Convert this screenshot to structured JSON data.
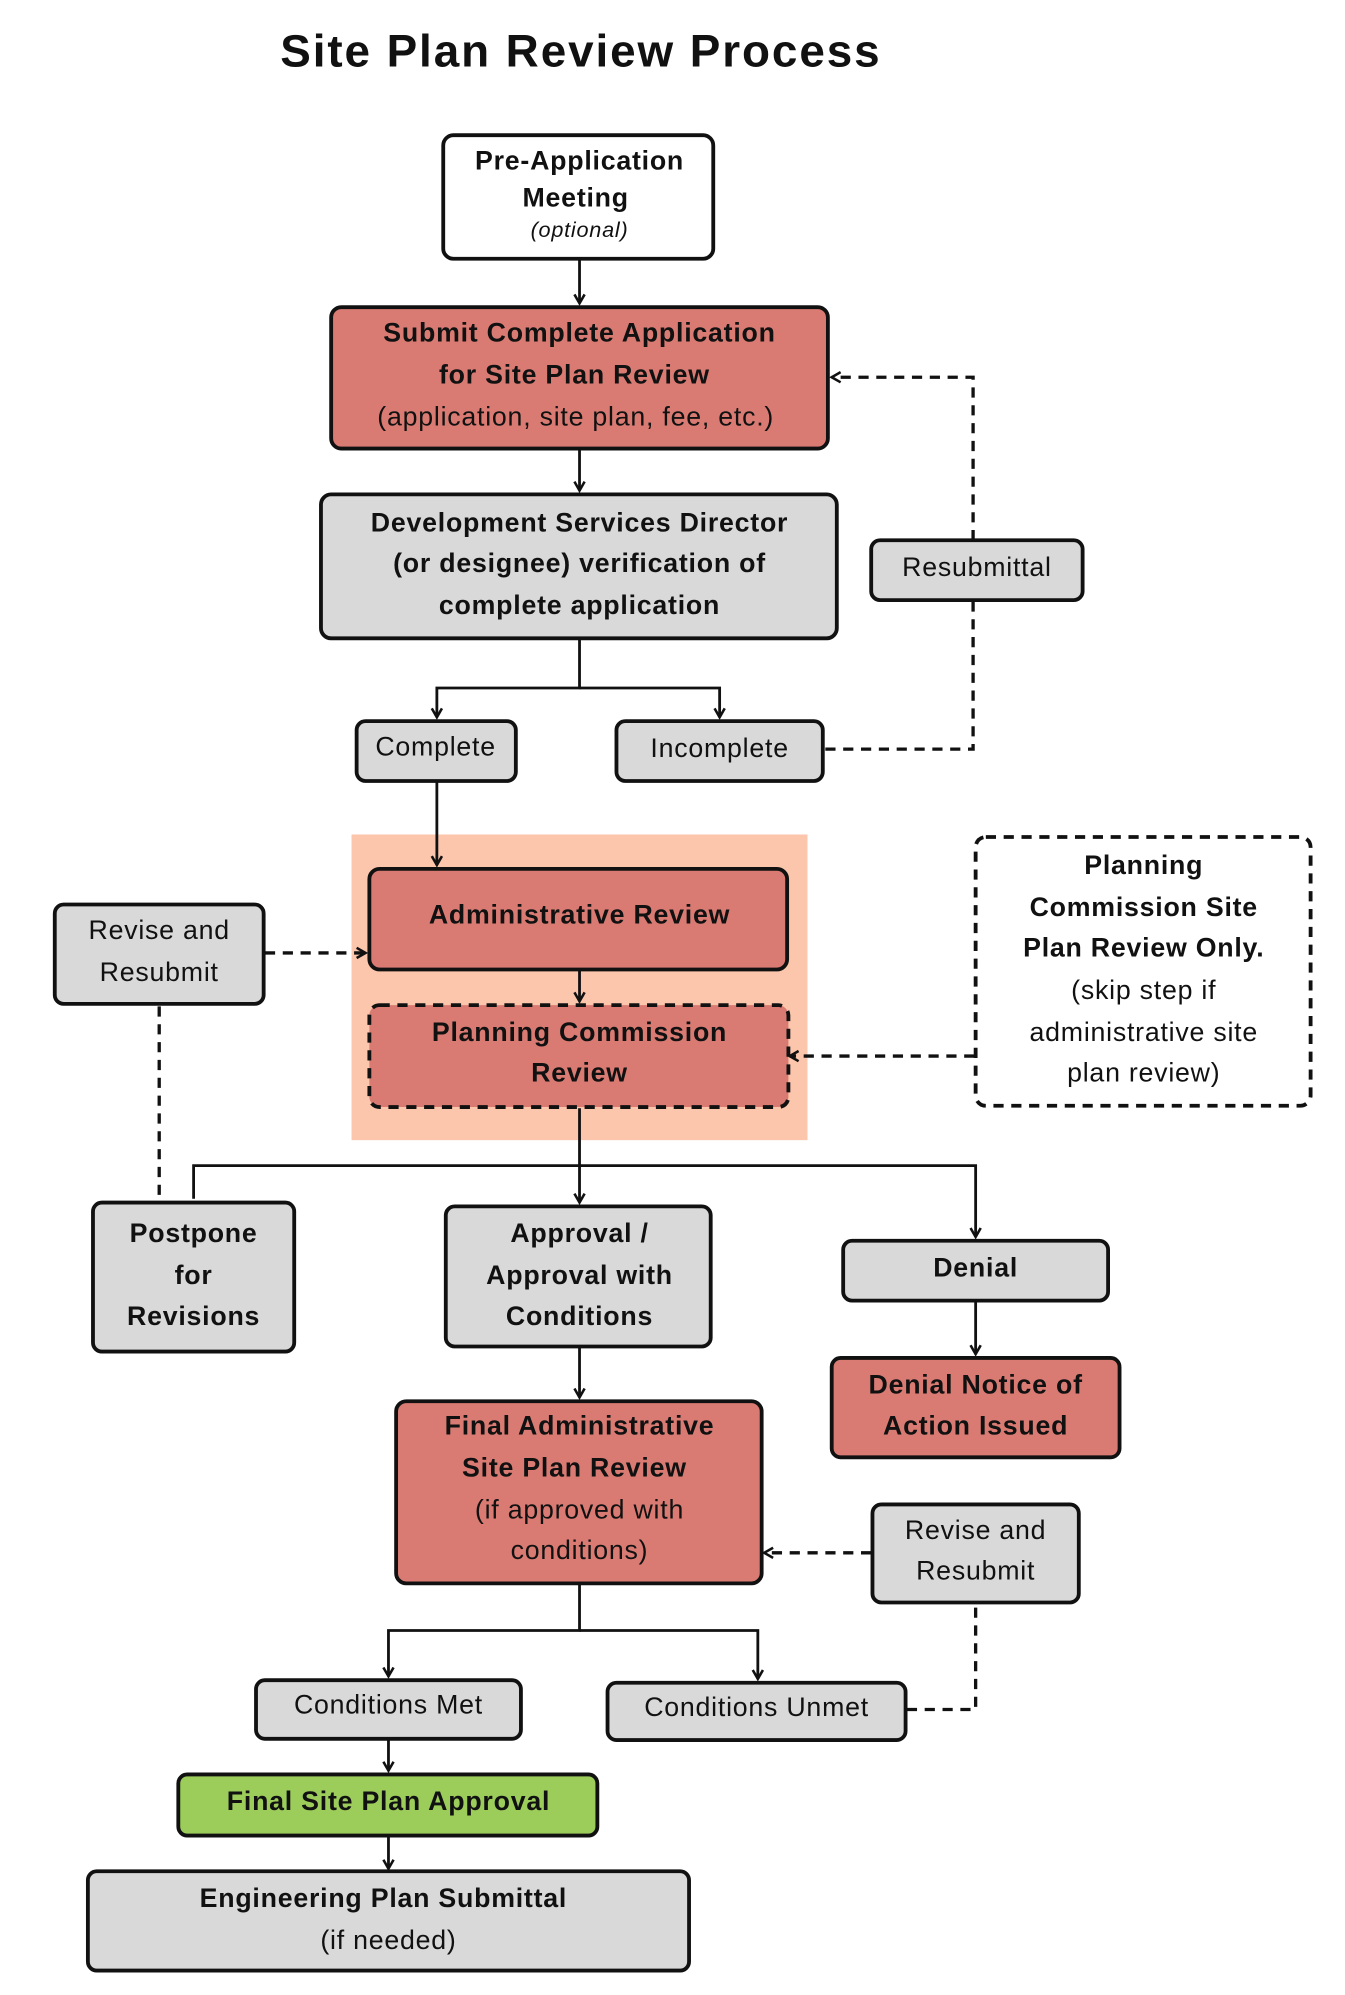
{
  "title": "Site Plan Review Process",
  "colors": {
    "red": "#d97b73",
    "grey": "#d9d9d9",
    "green": "#9ccd5a",
    "highlight": "#fcc6ad"
  },
  "nodes": {
    "pre_app": {
      "line1": "Pre-Application",
      "line2": "Meeting",
      "note": "(optional)"
    },
    "submit": {
      "line1": "Submit Complete Application",
      "line2": "for Site Plan Review",
      "line3": "(application, site plan, fee, etc.)"
    },
    "director": {
      "line1": "Development Services Director",
      "line2": "(or designee) verification of",
      "line3": "complete application"
    },
    "resubmittal": "Resubmittal",
    "complete": "Complete",
    "incomplete": "Incomplete",
    "admin_review": "Administrative Review",
    "pc_review": {
      "line1": "Planning Commission",
      "line2": "Review"
    },
    "revise1": {
      "line1": "Revise and",
      "line2": "Resubmit"
    },
    "pc_only": {
      "line1": "Planning",
      "line2": "Commission Site",
      "line3": "Plan Review Only.",
      "line4": "(skip step if",
      "line5": "administrative site",
      "line6": "plan review)"
    },
    "postpone": {
      "line1": "Postpone",
      "line2": "for",
      "line3": "Revisions"
    },
    "approval": {
      "line1": "Approval /",
      "line2": "Approval with",
      "line3": "Conditions"
    },
    "denial": "Denial",
    "denial_notice": {
      "line1": "Denial Notice of",
      "line2": "Action Issued"
    },
    "final_admin": {
      "line1": "Final Administrative",
      "line2": "Site Plan Review",
      "line3": "(if approved with",
      "line4": "conditions)"
    },
    "revise2": {
      "line1": "Revise and",
      "line2": "Resubmit"
    },
    "cond_met": "Conditions Met",
    "cond_unmet": "Conditions Unmet",
    "final_approval": "Final Site Plan Approval",
    "engineering": {
      "line1": "Engineering Plan Submittal",
      "line2": "(if needed)"
    }
  }
}
